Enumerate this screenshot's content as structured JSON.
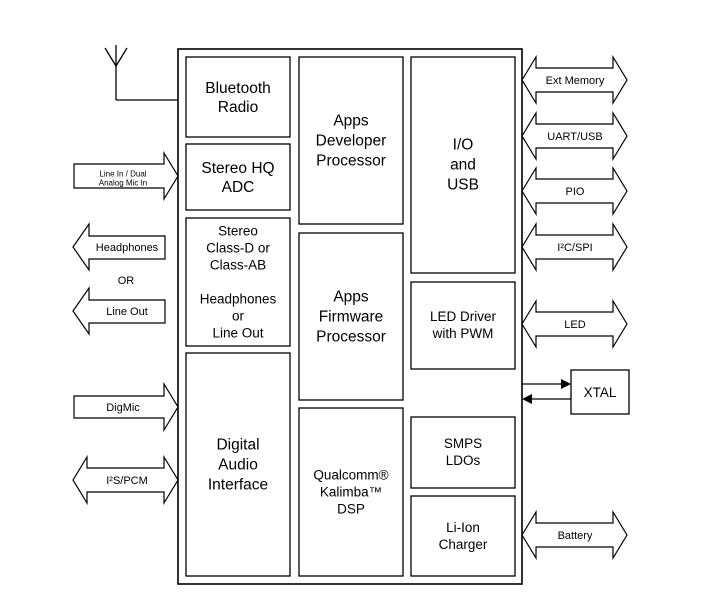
{
  "blocks": {
    "bt_radio": [
      "Bluetooth",
      "Radio"
    ],
    "adc": [
      "Stereo HQ",
      "ADC"
    ],
    "class_d": [
      "Stereo",
      "Class-D or",
      "Class-AB",
      "",
      "Headphones",
      "or",
      "Line Out"
    ],
    "dai": [
      "Digital",
      "Audio",
      "Interface"
    ],
    "apps_dev": [
      "Apps",
      "Developer",
      "Processor"
    ],
    "apps_fw": [
      "Apps",
      "Firmware",
      "Processor"
    ],
    "dsp": [
      "Qualcomm®",
      "Kalimba™",
      "DSP"
    ],
    "io_usb": [
      "I/O",
      "and",
      "USB"
    ],
    "led_driver": [
      "LED Driver",
      "with PWM"
    ],
    "smps": [
      "SMPS",
      "LDOs"
    ],
    "charger": [
      "Li-Ion",
      "Charger"
    ],
    "xtal": "XTAL"
  },
  "left_signals": {
    "line_in": [
      "Line In / Dual",
      "Analog Mic In"
    ],
    "headphones": "Headphones",
    "or": "OR",
    "line_out": "Line Out",
    "digmic": "DigMic",
    "i2s_pcm": "I²S/PCM"
  },
  "right_signals": {
    "ext_memory": "Ext Memory",
    "uart_usb": "UART/USB",
    "pio": "PIO",
    "i2c_spi": "I²C/SPI",
    "led": "LED",
    "battery": "Battery"
  },
  "icons": {
    "antenna": "antenna-icon"
  }
}
